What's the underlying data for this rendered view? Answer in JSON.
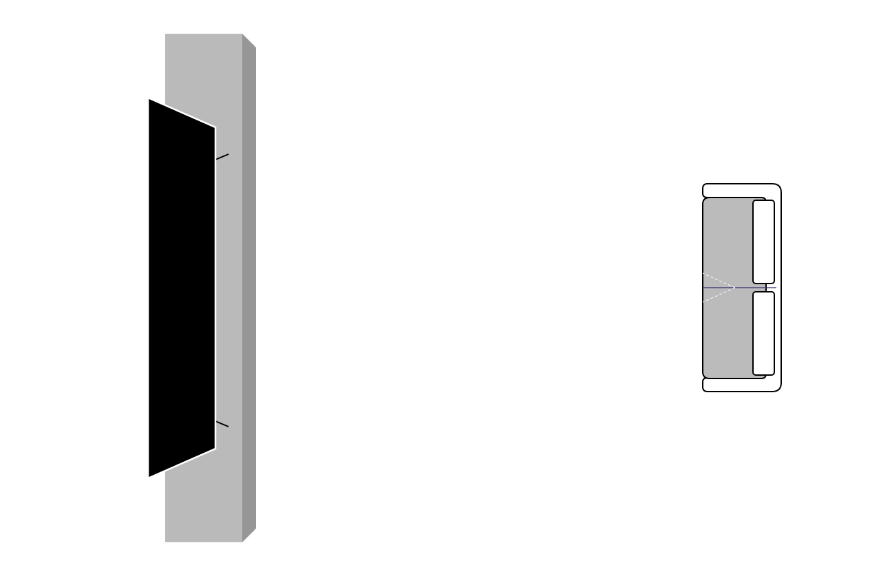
{
  "scene": {
    "objects": [
      {
        "name": "wall",
        "type": "wall-column"
      },
      {
        "name": "tv",
        "type": "wall-mounted-tv"
      },
      {
        "name": "sofa",
        "type": "two-seat-sofa"
      }
    ],
    "colors": {
      "background": "#ffffff",
      "wall_face": "#bababa",
      "wall_side": "#969696",
      "tv_screen": "#000000",
      "outline": "#000000",
      "sofa_seat": "#bbbbbb",
      "sofa_frame": "#ffffff",
      "sightline": "#2c2c6e",
      "view_cone": "#ffffff"
    },
    "view_cone_style": "dashed"
  }
}
